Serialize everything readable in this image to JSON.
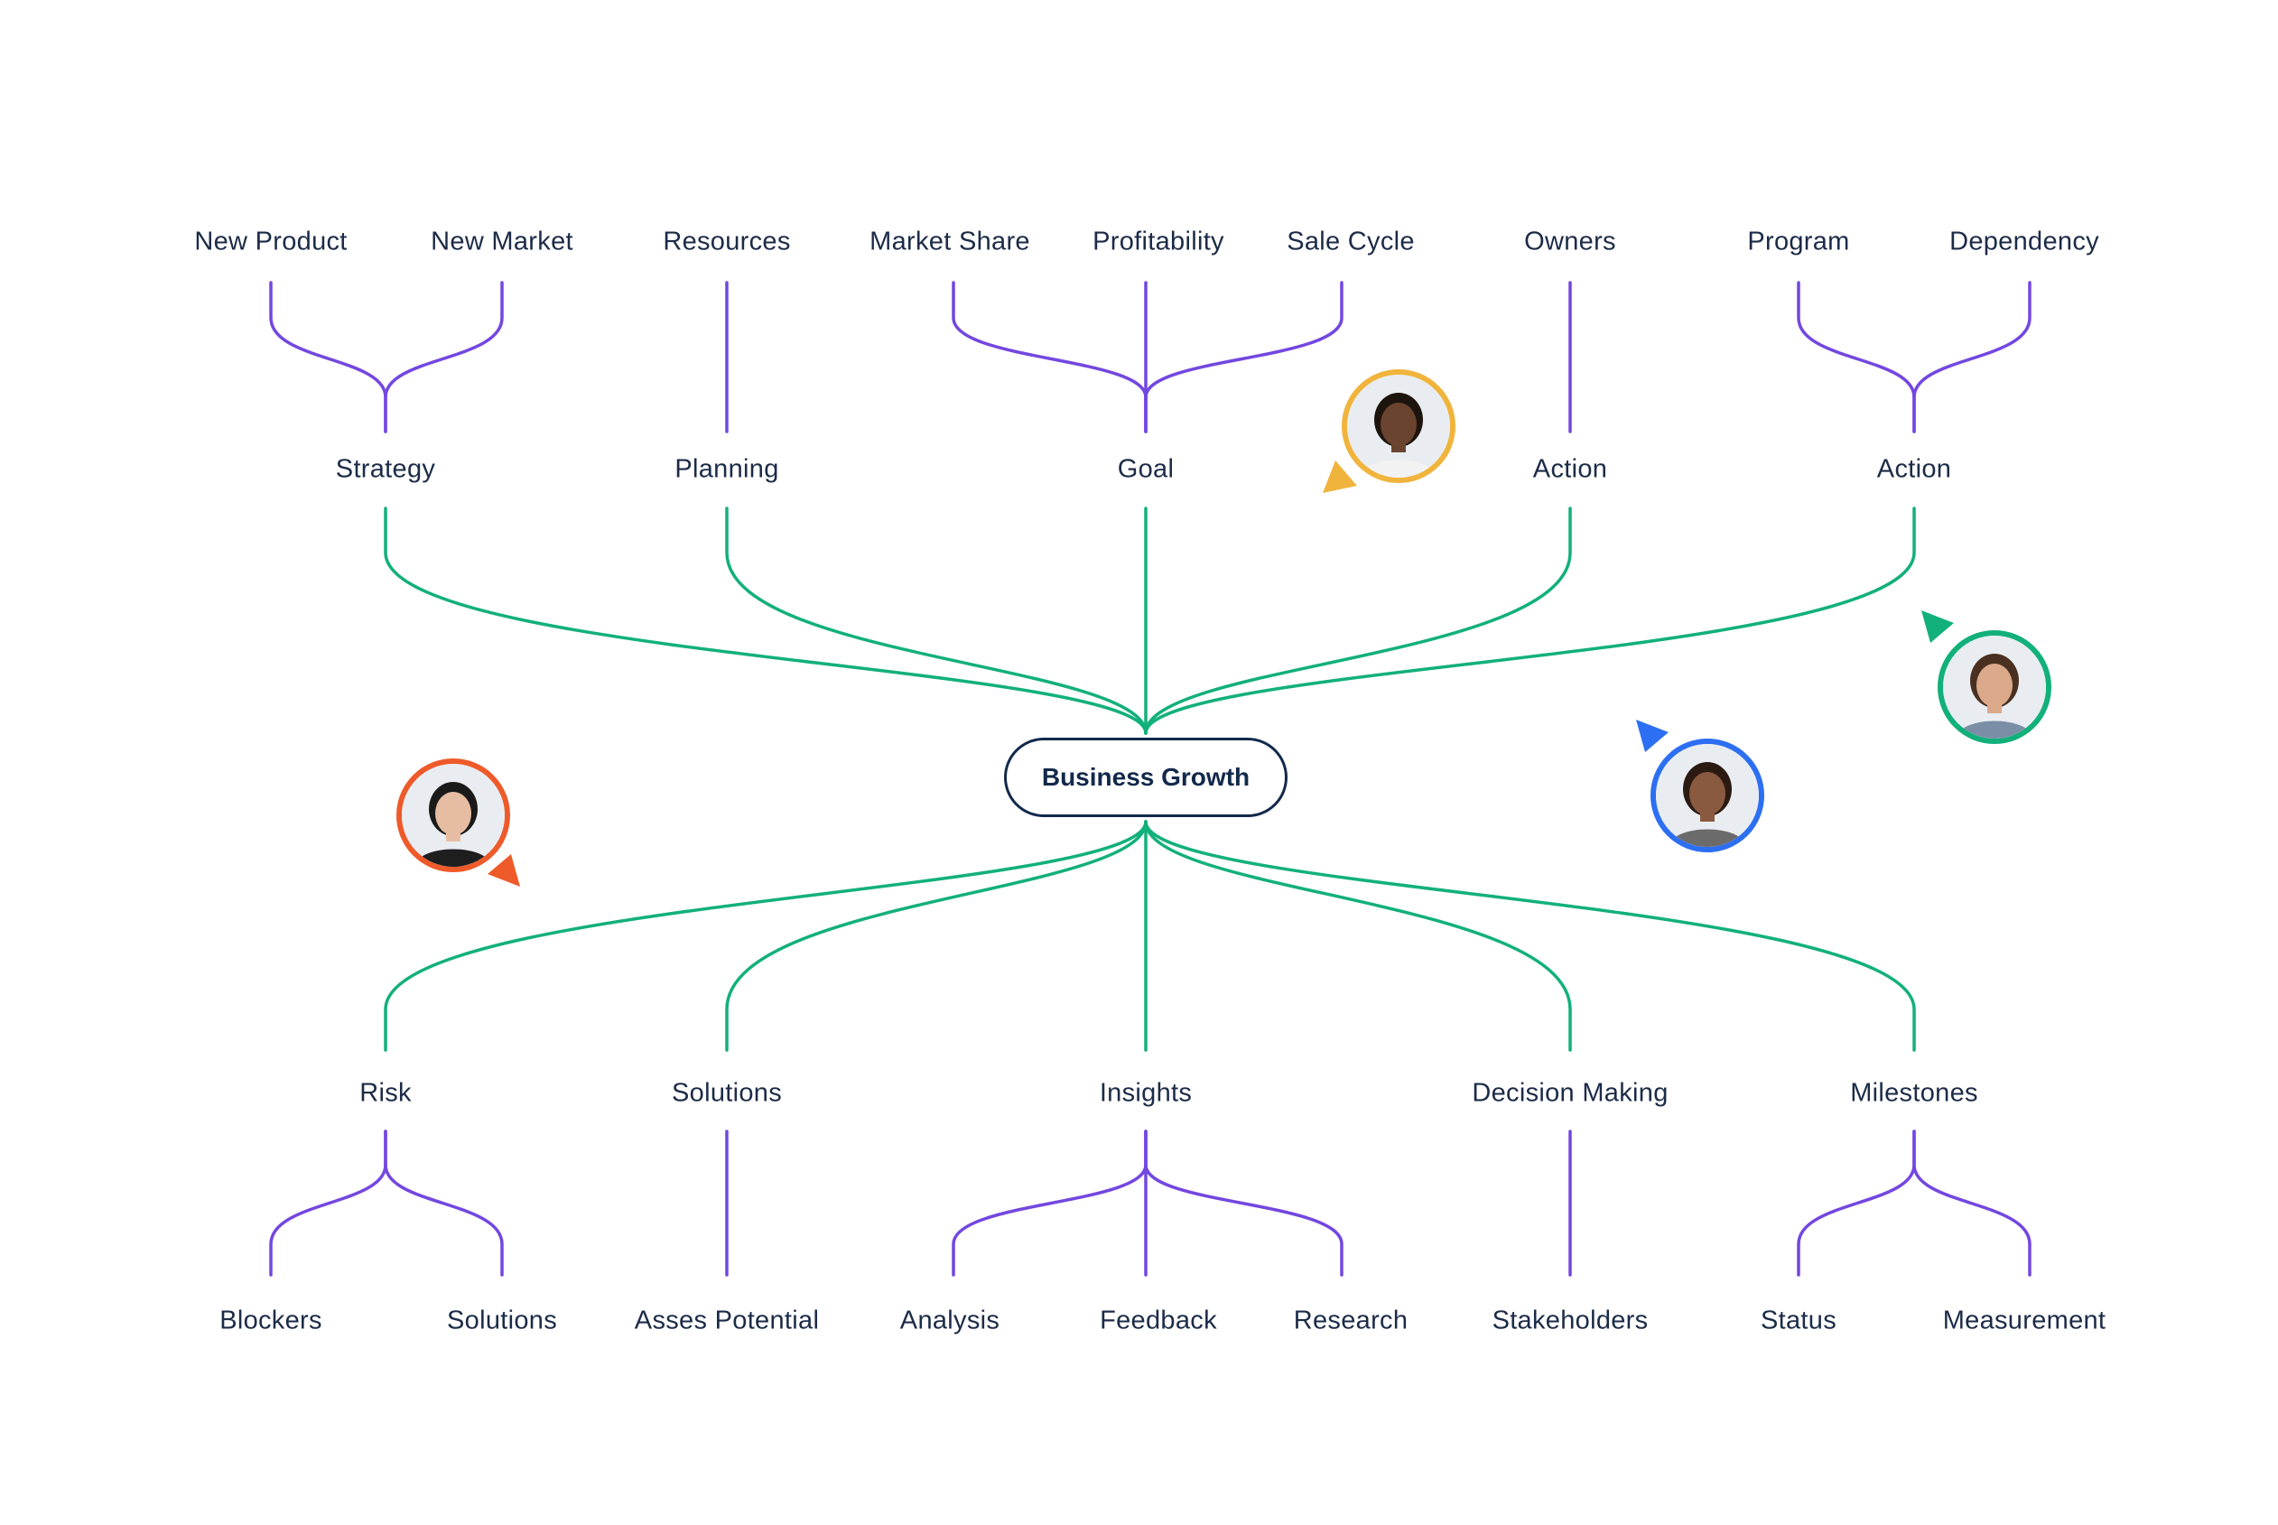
{
  "center": {
    "label": "Business Growth"
  },
  "colors": {
    "trunk": "#12b07a",
    "branch": "#7347e0",
    "text": "#1c2b47",
    "center_border": "#13294b"
  },
  "top_branches": [
    {
      "label": "Strategy",
      "children": [
        "New Product",
        "New Market"
      ]
    },
    {
      "label": "Planning",
      "children": [
        "Resources"
      ]
    },
    {
      "label": "Goal",
      "children": [
        "Market Share",
        "Profitability",
        "Sale Cycle"
      ]
    },
    {
      "label": "Action",
      "children": [
        "Owners"
      ]
    },
    {
      "label": "Action",
      "children": [
        "Program",
        "Dependency"
      ]
    }
  ],
  "bottom_branches": [
    {
      "label": "Risk",
      "children": [
        "Blockers",
        "Solutions"
      ]
    },
    {
      "label": "Solutions",
      "children": [
        "Asses Potential"
      ]
    },
    {
      "label": "Insights",
      "children": [
        "Analysis",
        "Feedback",
        "Research"
      ]
    },
    {
      "label": "Decision Making",
      "children": [
        "Stakeholders"
      ]
    },
    {
      "label": "Milestones",
      "children": [
        "Status",
        "Measurement"
      ]
    }
  ],
  "collaborators": [
    {
      "name": "avatar-orange",
      "ring_color": "#f0b43c",
      "cursor_color": "#f0b43c",
      "skin": "#6b4430",
      "hair": "#1e140e",
      "shirt": "#f2f2f2"
    },
    {
      "name": "avatar-green",
      "ring_color": "#12b07a",
      "cursor_color": "#12b07a",
      "skin": "#d9a98a",
      "hair": "#4a3020",
      "shirt": "#7a8fa6"
    },
    {
      "name": "avatar-blue",
      "ring_color": "#2d6ff2",
      "cursor_color": "#2d6ff2",
      "skin": "#8a5a40",
      "hair": "#2a1a12",
      "shirt": "#6b6b6b"
    },
    {
      "name": "avatar-red",
      "ring_color": "#ee5a2a",
      "cursor_color": "#ee5a2a",
      "skin": "#e6bda2",
      "hair": "#1a1a1a",
      "shirt": "#1e1e1e"
    }
  ]
}
